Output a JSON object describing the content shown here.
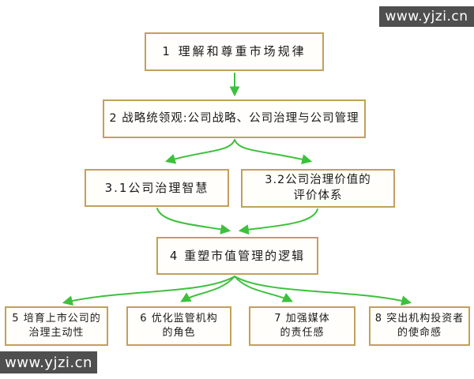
{
  "watermark": {
    "top_right": "www.yjzi.cn",
    "bottom_left": "www.yjzi.cn"
  },
  "colors": {
    "arrow_green": "#3cc13c",
    "box_border": "#c2a05c",
    "box_background": "#fffefa",
    "watermark_background": "#4f4f4f",
    "watermark_text": "#ffffff",
    "node_text": "#1a1a1a"
  },
  "flowchart": {
    "nodes": [
      {
        "id": "1",
        "lines": [
          "1 理解和尊重市场规律"
        ]
      },
      {
        "id": "2",
        "lines": [
          "2 战略统领观:公司战略、公司治理与公司管理"
        ]
      },
      {
        "id": "3.1",
        "lines": [
          "3.1公司治理智慧"
        ]
      },
      {
        "id": "3.2",
        "lines": [
          "3.2公司治理价值的",
          "评价体系"
        ]
      },
      {
        "id": "4",
        "lines": [
          "4 重塑市值管理的逻辑"
        ]
      },
      {
        "id": "5",
        "lines": [
          "5 培育上市公司的",
          "治理主动性"
        ]
      },
      {
        "id": "6",
        "lines": [
          "6 优化监管机构",
          "的角色"
        ]
      },
      {
        "id": "7",
        "lines": [
          "7 加强媒体",
          "的责任感"
        ]
      },
      {
        "id": "8",
        "lines": [
          "8 突出机构投资者",
          "的使命感"
        ]
      }
    ],
    "edges": [
      {
        "from": "1",
        "to": "2"
      },
      {
        "from": "2",
        "to": "3.1"
      },
      {
        "from": "2",
        "to": "3.2"
      },
      {
        "from": "3.1",
        "to": "4"
      },
      {
        "from": "3.2",
        "to": "4"
      },
      {
        "from": "4",
        "to": "5"
      },
      {
        "from": "4",
        "to": "6"
      },
      {
        "from": "4",
        "to": "7"
      },
      {
        "from": "4",
        "to": "8"
      }
    ]
  }
}
